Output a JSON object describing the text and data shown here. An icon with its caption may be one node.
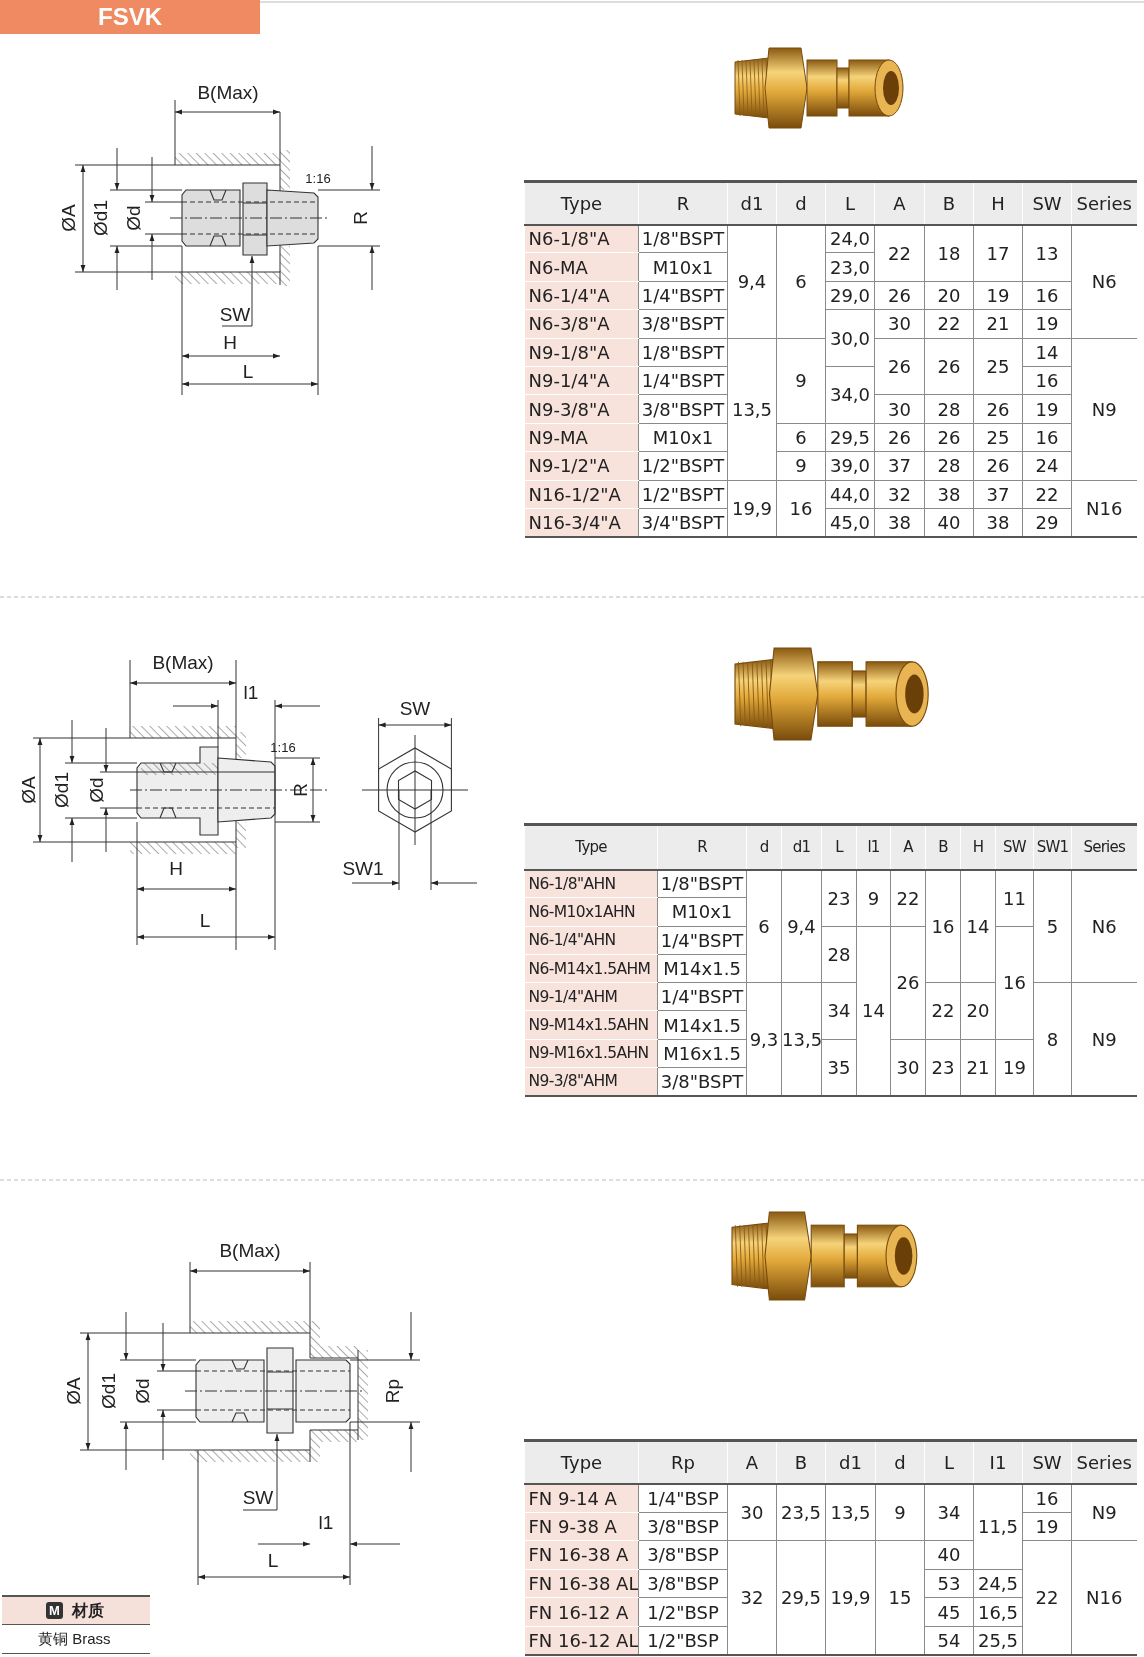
{
  "diagram": {
    "title": "FSVK",
    "labels": [
      "B(Max)",
      "1:16",
      "ØA",
      "Ød1",
      "Ød",
      "R",
      "SW",
      "H",
      "L",
      "Type",
      "R",
      "d1",
      "d",
      "L",
      "A",
      "B",
      "H",
      "SW",
      "Series",
      "N6-1/8\"A",
      "1/8\"BSPT",
      "9,4",
      "6",
      "24,0",
      "22",
      "18",
      "17",
      "13",
      "N6",
      "N6-MA",
      "M10x1",
      "23,0",
      "N6-1/4\"A",
      "1/4\"BSPT",
      "29,0",
      "26",
      "20",
      "19",
      "16",
      "N6-3/8\"A",
      "3/8\"BSPT",
      "30,0",
      "30",
      "22",
      "21",
      "19",
      "N9-1/8\"A",
      "1/8\"BSPT",
      "13,5",
      "9",
      "26",
      "26",
      "25",
      "14",
      "N9",
      "N9-1/4\"A",
      "1/4\"BSPT",
      "34,0",
      "16",
      "N9-3/8\"A",
      "3/8\"BSPT",
      "30",
      "28",
      "26",
      "19",
      "N9-MA",
      "M10x1",
      "6",
      "29,5",
      "26",
      "26",
      "25",
      "16",
      "N9-1/2\"A",
      "1/2\"BSPT",
      "9",
      "39,0",
      "37",
      "28",
      "26",
      "24",
      "N16-1/2\"A",
      "1/2\"BSPT",
      "19,9",
      "16",
      "44,0",
      "32",
      "38",
      "37",
      "22",
      "N16",
      "N16-3/4\"A",
      "3/4\"BSPT",
      "45,0",
      "38",
      "40",
      "38",
      "29",
      "B(Max)",
      "l1",
      "SW",
      "1:16",
      "ØA",
      "Ød1",
      "Ød",
      "R",
      "H",
      "SW1",
      "L",
      "Type",
      "R",
      "d",
      "d1",
      "L",
      "l1",
      "A",
      "B",
      "H",
      "SW",
      "SW1",
      "Series",
      "N6-1/8\"AHN",
      "1/8\"BSPT",
      "6",
      "9,4",
      "23",
      "9",
      "22",
      "16",
      "14",
      "11",
      "5",
      "N6",
      "N6-M10x1AHN",
      "M10x1",
      "N6-1/4\"AHN",
      "1/4\"BSPT",
      "28",
      "14",
      "26",
      "16",
      "N6-M14x1.5AHM",
      "M14x1.5",
      "N9-1/4\"AHM",
      "1/4\"BSPT",
      "9,3",
      "13,5",
      "34",
      "22",
      "20",
      "8",
      "N9",
      "N9-M14x1.5AHN",
      "M14x1.5",
      "N9-M16x1.5AHN",
      "M16x1.5",
      "35",
      "30",
      "23",
      "21",
      "19",
      "N9-3/8\"AHM",
      "3/8\"BSPT",
      "B(Max)",
      "ØA",
      "Ød1",
      "Ød",
      "Rp",
      "SW",
      "l1",
      "L",
      "Type",
      "Rp",
      "A",
      "B",
      "d1",
      "d",
      "L",
      "I1",
      "SW",
      "Series",
      "FN 9-14 A",
      "1/4\"BSP",
      "30",
      "23,5",
      "13,5",
      "9",
      "34",
      "11,5",
      "16",
      "N9",
      "FN 9-38 A",
      "3/8\"BSP",
      "19",
      "FN 16-38 A",
      "3/8\"BSP",
      "32",
      "29,5",
      "19,9",
      "15",
      "40",
      "22",
      "N16",
      "FN 16-38 AL",
      "3/8\"BSP",
      "53",
      "24,5",
      "FN 16-12 A",
      "1/2\"BSP",
      "45",
      "16,5",
      "FN 16-12 AL",
      "1/2\"BSP",
      "54",
      "25,5",
      "M",
      "材质",
      "黄铜 Brass"
    ]
  }
}
